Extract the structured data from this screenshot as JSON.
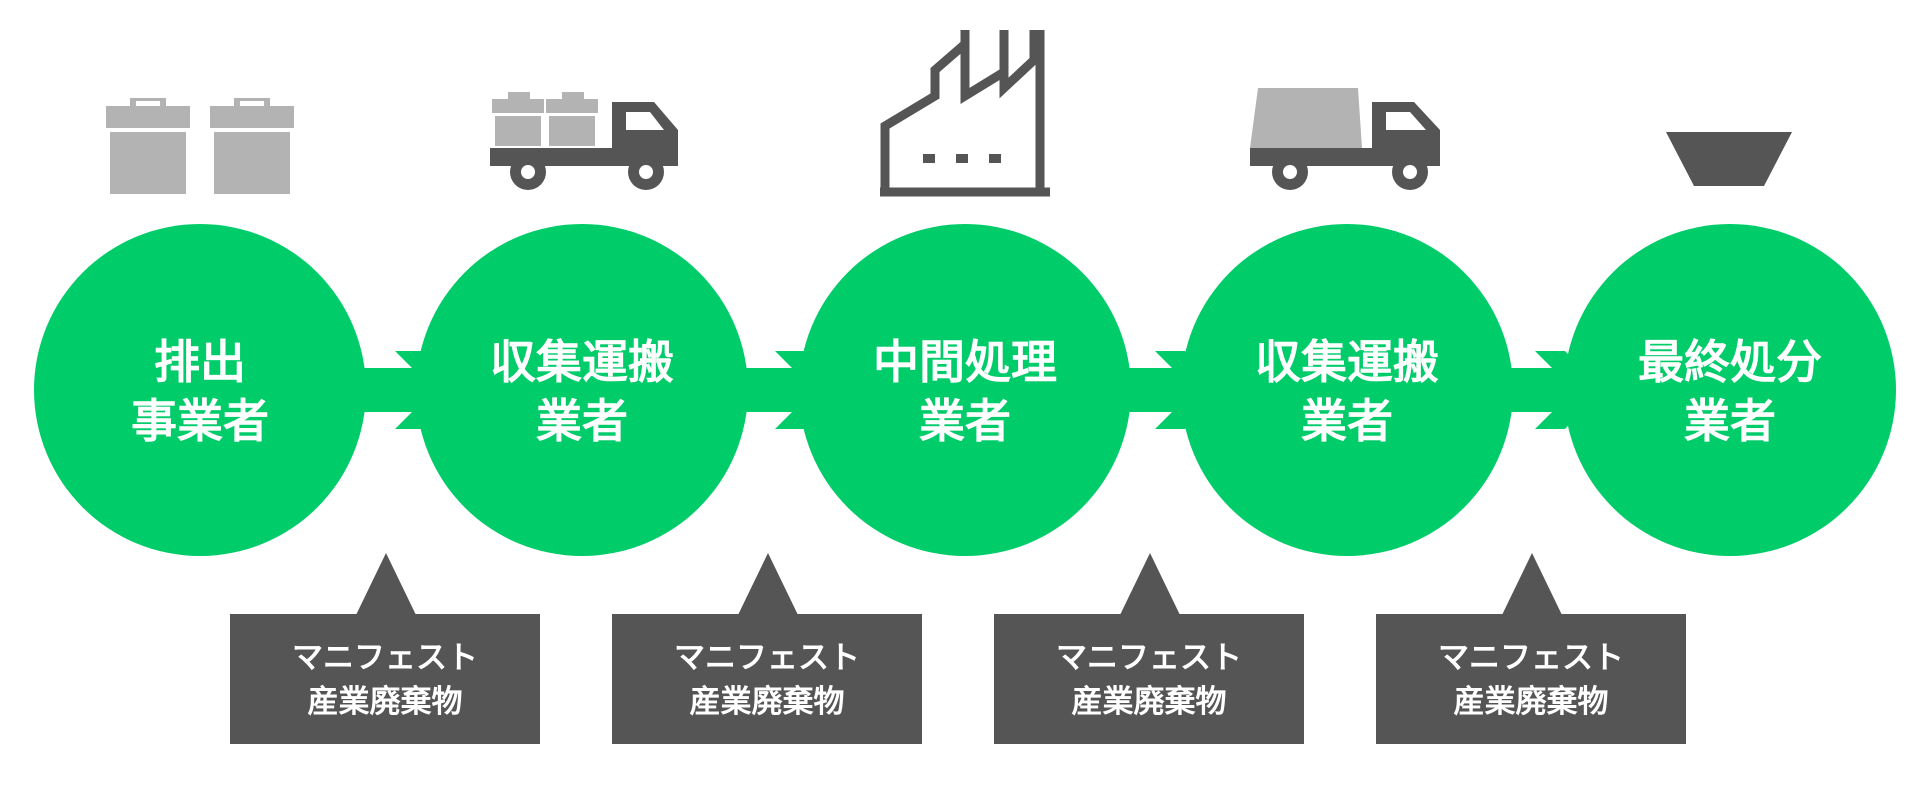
{
  "colors": {
    "circle": "#00cc6a",
    "arrow": "#00cc6a",
    "box": "#555555",
    "icon_gray": "#b3b3b3",
    "icon_dark": "#555555",
    "text": "#ffffff"
  },
  "steps": [
    {
      "icon": "trash-cans-icon",
      "line1": "排出",
      "line2": "事業者"
    },
    {
      "icon": "truck-with-trash-cans-icon",
      "line1": "収集運搬",
      "line2": "業者"
    },
    {
      "icon": "factory-icon",
      "line1": "中間処理",
      "line2": "業者"
    },
    {
      "icon": "dump-truck-icon",
      "line1": "収集運搬",
      "line2": "業者"
    },
    {
      "icon": "landfill-pit-icon",
      "line1": "最終処分",
      "line2": "業者"
    }
  ],
  "manifests": [
    {
      "line1": "マニフェスト",
      "line2": "産業廃棄物"
    },
    {
      "line1": "マニフェスト",
      "line2": "産業廃棄物"
    },
    {
      "line1": "マニフェスト",
      "line2": "産業廃棄物"
    },
    {
      "line1": "マニフェスト",
      "line2": "産業廃棄物"
    }
  ]
}
